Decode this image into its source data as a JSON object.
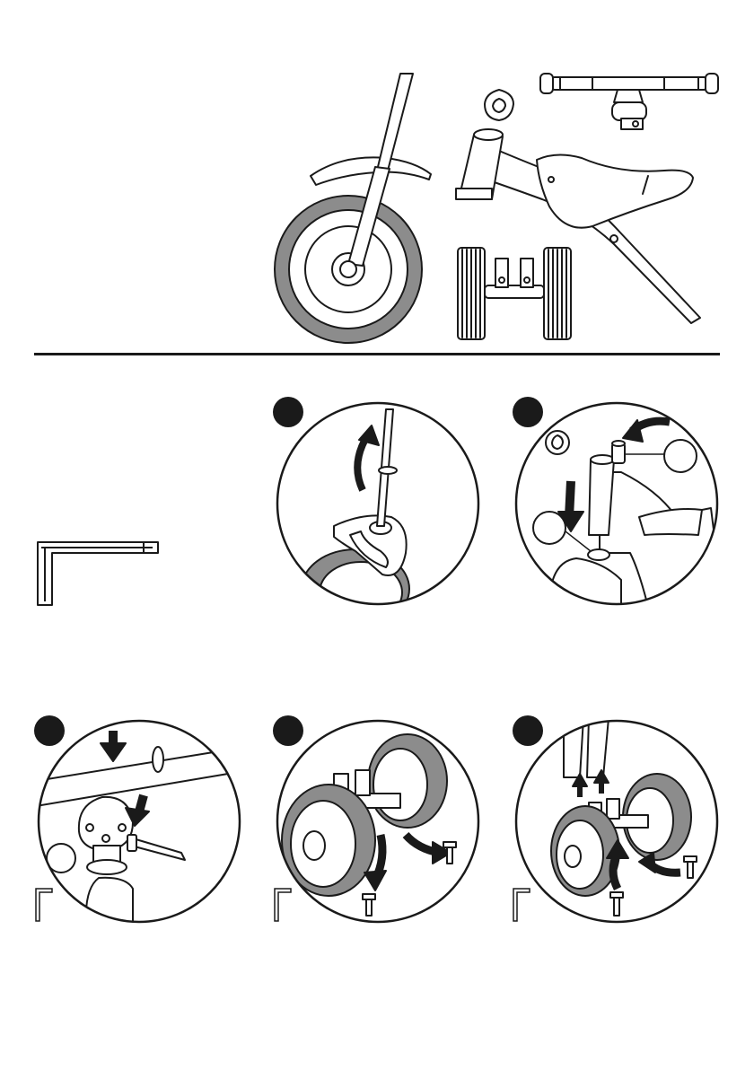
{
  "manual": {
    "section": "assembly-instructions",
    "overview_parts": [
      "front-wheel-fork-icon",
      "frame-seat-icon",
      "handlebar-icon",
      "spacer-ring-icon",
      "rear-wheel-set-icon"
    ],
    "tools": [
      "hex-key-icon"
    ],
    "steps": [
      {
        "id": "step-1",
        "illustration": "insert-fork-icon"
      },
      {
        "id": "step-2",
        "illustration": "mount-frame-icon"
      },
      {
        "id": "step-3",
        "illustration": "attach-handlebar-icon"
      },
      {
        "id": "step-4",
        "illustration": "remove-wheel-bolts-icon"
      },
      {
        "id": "step-5",
        "illustration": "attach-rear-wheels-icon"
      }
    ],
    "colors": {
      "ink": "#1a1a1a",
      "tire": "#8c8c8c",
      "paper": "#ffffff"
    }
  }
}
